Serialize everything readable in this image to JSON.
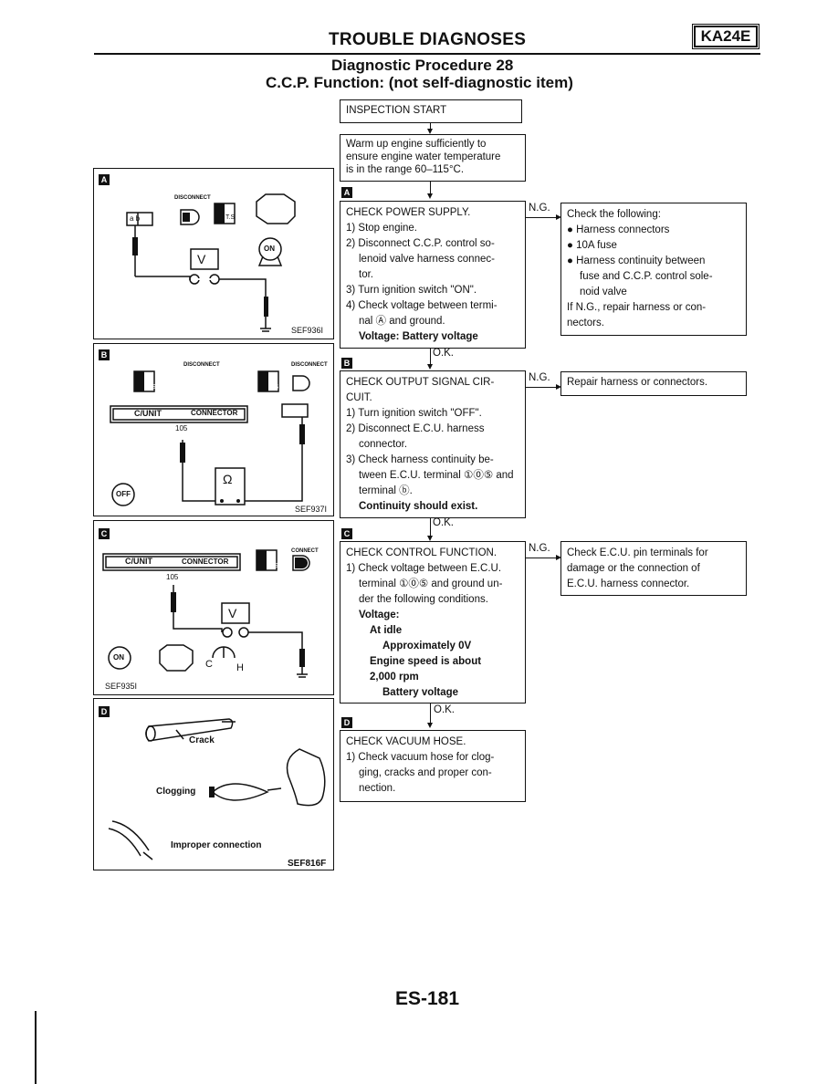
{
  "header": {
    "title": "TROUBLE DIAGNOSES",
    "model": "KA24E",
    "procedure": "Diagnostic Procedure 28",
    "subtitle": "C.C.P. Function: (not self-diagnostic item)"
  },
  "flow": {
    "start": "INSPECTION START",
    "warmup": [
      "Warm up engine sufficiently to",
      "ensure engine water temperature",
      "is in the range 60–115°C."
    ],
    "ok": "O.K.",
    "ng": "N.G.",
    "stepA": {
      "tag": "A",
      "lines": [
        "CHECK POWER SUPPLY.",
        "1) Stop engine.",
        "2) Disconnect C.C.P. control so-",
        "lenoid valve harness connec-",
        "tor.",
        "3) Turn ignition switch \"ON\".",
        "4) Check voltage between termi-",
        "nal Ⓐ and ground."
      ],
      "result": "Voltage: Battery voltage",
      "ng_lines": [
        "Check the following:",
        "● Harness connectors",
        "● 10A fuse",
        "● Harness continuity between",
        "fuse and C.C.P. control sole-",
        "noid valve",
        "If N.G., repair harness or con-",
        "nectors."
      ]
    },
    "stepB": {
      "tag": "B",
      "lines": [
        "CHECK OUTPUT SIGNAL CIR-",
        "CUIT.",
        "1) Turn ignition switch \"OFF\".",
        "2) Disconnect E.C.U. harness",
        "connector.",
        "3) Check harness continuity be-",
        "tween E.C.U. terminal ①⓪⑤ and",
        "terminal ⓑ."
      ],
      "result": "Continuity should exist.",
      "ng_lines": [
        "Repair harness or connectors."
      ]
    },
    "stepC": {
      "tag": "C",
      "lines": [
        "CHECK CONTROL FUNCTION.",
        "1) Check voltage between E.C.U.",
        "terminal ①⓪⑤ and ground un-",
        "der the following conditions."
      ],
      "result_lines": [
        "Voltage:",
        "At idle",
        "Approximately 0V",
        "Engine speed is about",
        "2,000 rpm",
        "Battery voltage"
      ],
      "ng_lines": [
        "Check E.C.U. pin terminals for",
        "damage or the connection of",
        "E.C.U. harness connector."
      ]
    },
    "stepD": {
      "tag": "D",
      "lines": [
        "CHECK VACUUM HOSE.",
        "1) Check vacuum hose for clog-",
        "ging, cracks and proper con-",
        "nection."
      ]
    }
  },
  "figures": {
    "A": {
      "tag": "A",
      "code": "SEF936I",
      "disconnect": "DISCONNECT",
      "terminals": "a b",
      "meter": "V",
      "key": "ON",
      "ts": "T.S"
    },
    "B": {
      "tag": "B",
      "code": "SEF937I",
      "disconnect": "DISCONNECT",
      "unit": "C/UNIT",
      "connector": "CONNECTOR",
      "pin": "105",
      "meter": "Ω",
      "key": "OFF",
      "hs": "H.S",
      "ts": "T.S"
    },
    "C": {
      "tag": "C",
      "code": "SEF935I",
      "connect": "CONNECT",
      "unit": "C/UNIT",
      "connector": "CONNECTOR",
      "pin": "105",
      "meter": "V",
      "key": "ON",
      "hs": "H.S",
      "gauge_c": "C",
      "gauge_h": "H"
    },
    "D": {
      "tag": "D",
      "code": "SEF816F",
      "crack": "Crack",
      "clogging": "Clogging",
      "improper": "Improper connection"
    }
  },
  "footer": {
    "page": "ES-181"
  }
}
